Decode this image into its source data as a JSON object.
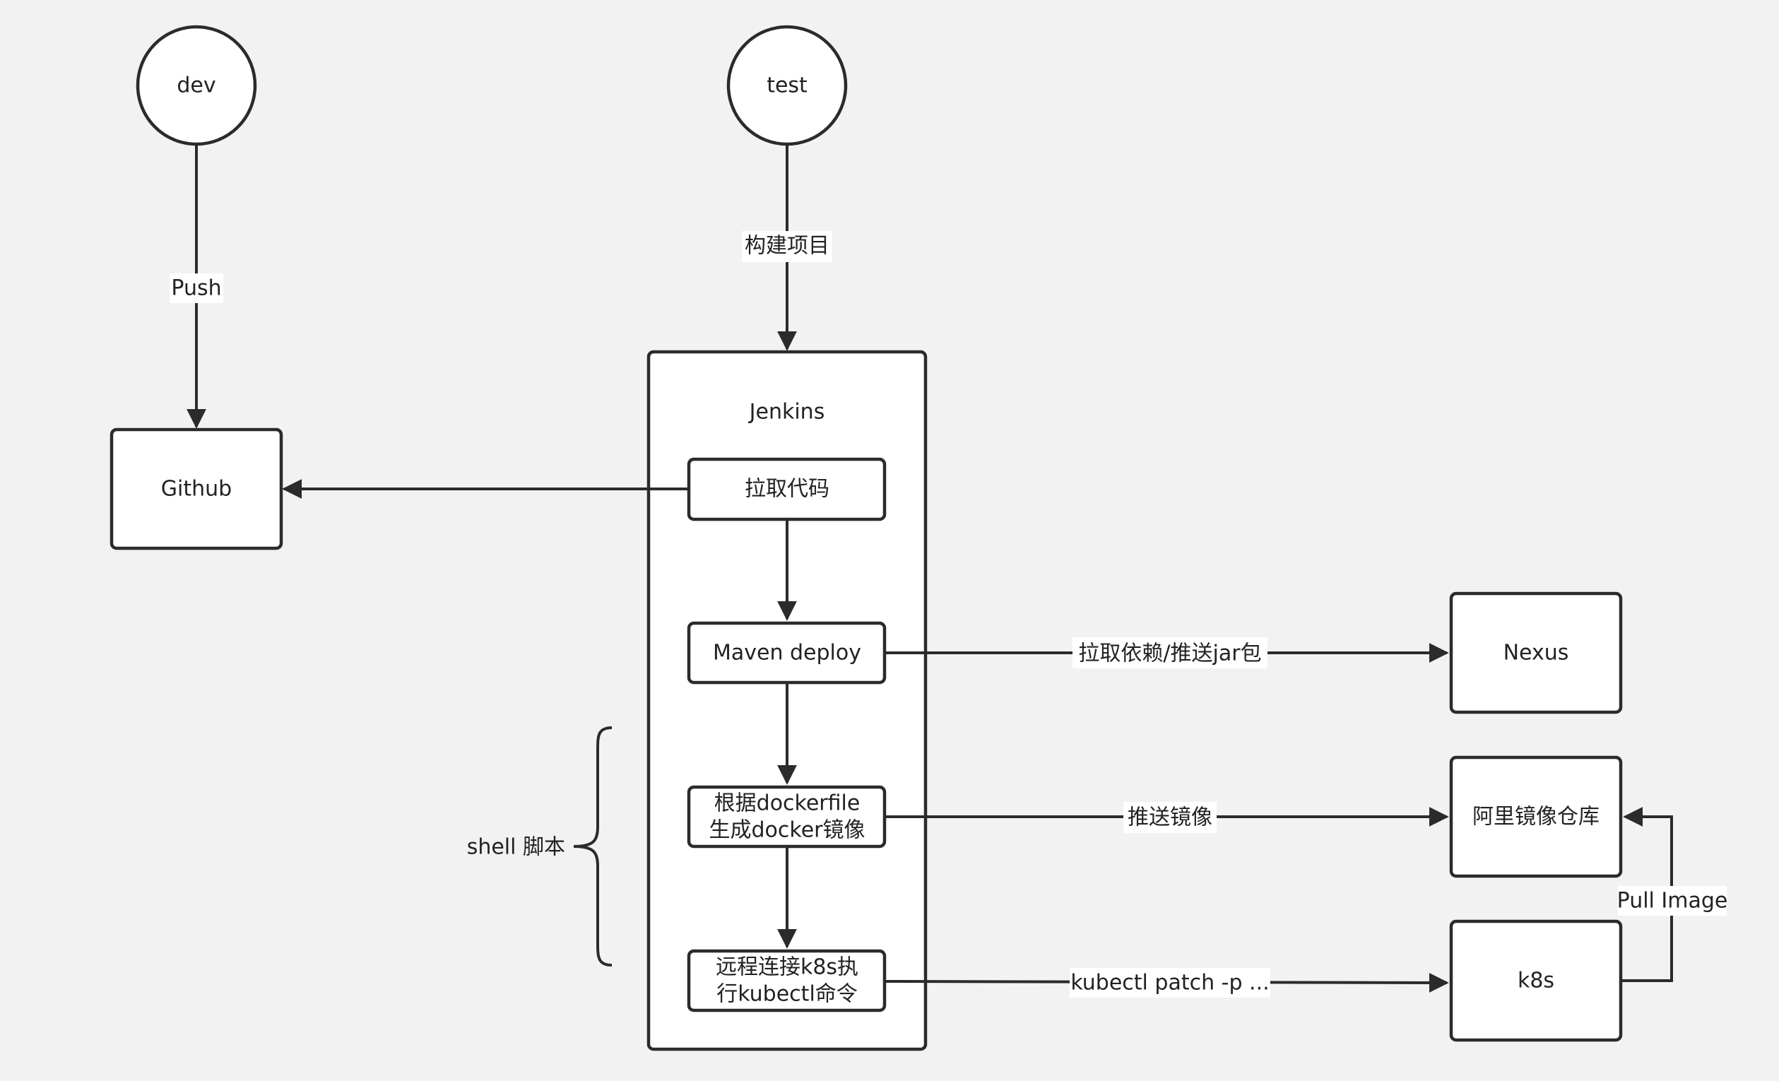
{
  "nodes": {
    "dev": "dev",
    "test": "test",
    "github": "Github",
    "jenkins": "Jenkins",
    "pull_code": "拉取代码",
    "maven_deploy": "Maven deploy",
    "build_image_line1": "根据dockerfile",
    "build_image_line2": "生成docker镜像",
    "remote_k8s_line1": "远程连接k8s执",
    "remote_k8s_line2": "行kubectl命令",
    "nexus": "Nexus",
    "aliyun_registry": "阿里镜像仓库",
    "k8s": "k8s"
  },
  "edges": {
    "push": "Push",
    "build_project": "构建项目",
    "pull_deps_push_jar": "拉取依赖/推送jar包",
    "push_image": "推送镜像",
    "kubectl_patch": "kubectl patch -p ...",
    "pull_image": "Pull Image"
  },
  "annotations": {
    "shell_script": "shell 脚本"
  },
  "colors": {
    "background": "#f2f2f2",
    "stroke": "#2b2b2b",
    "node_fill": "#ffffff",
    "text": "#222222"
  }
}
